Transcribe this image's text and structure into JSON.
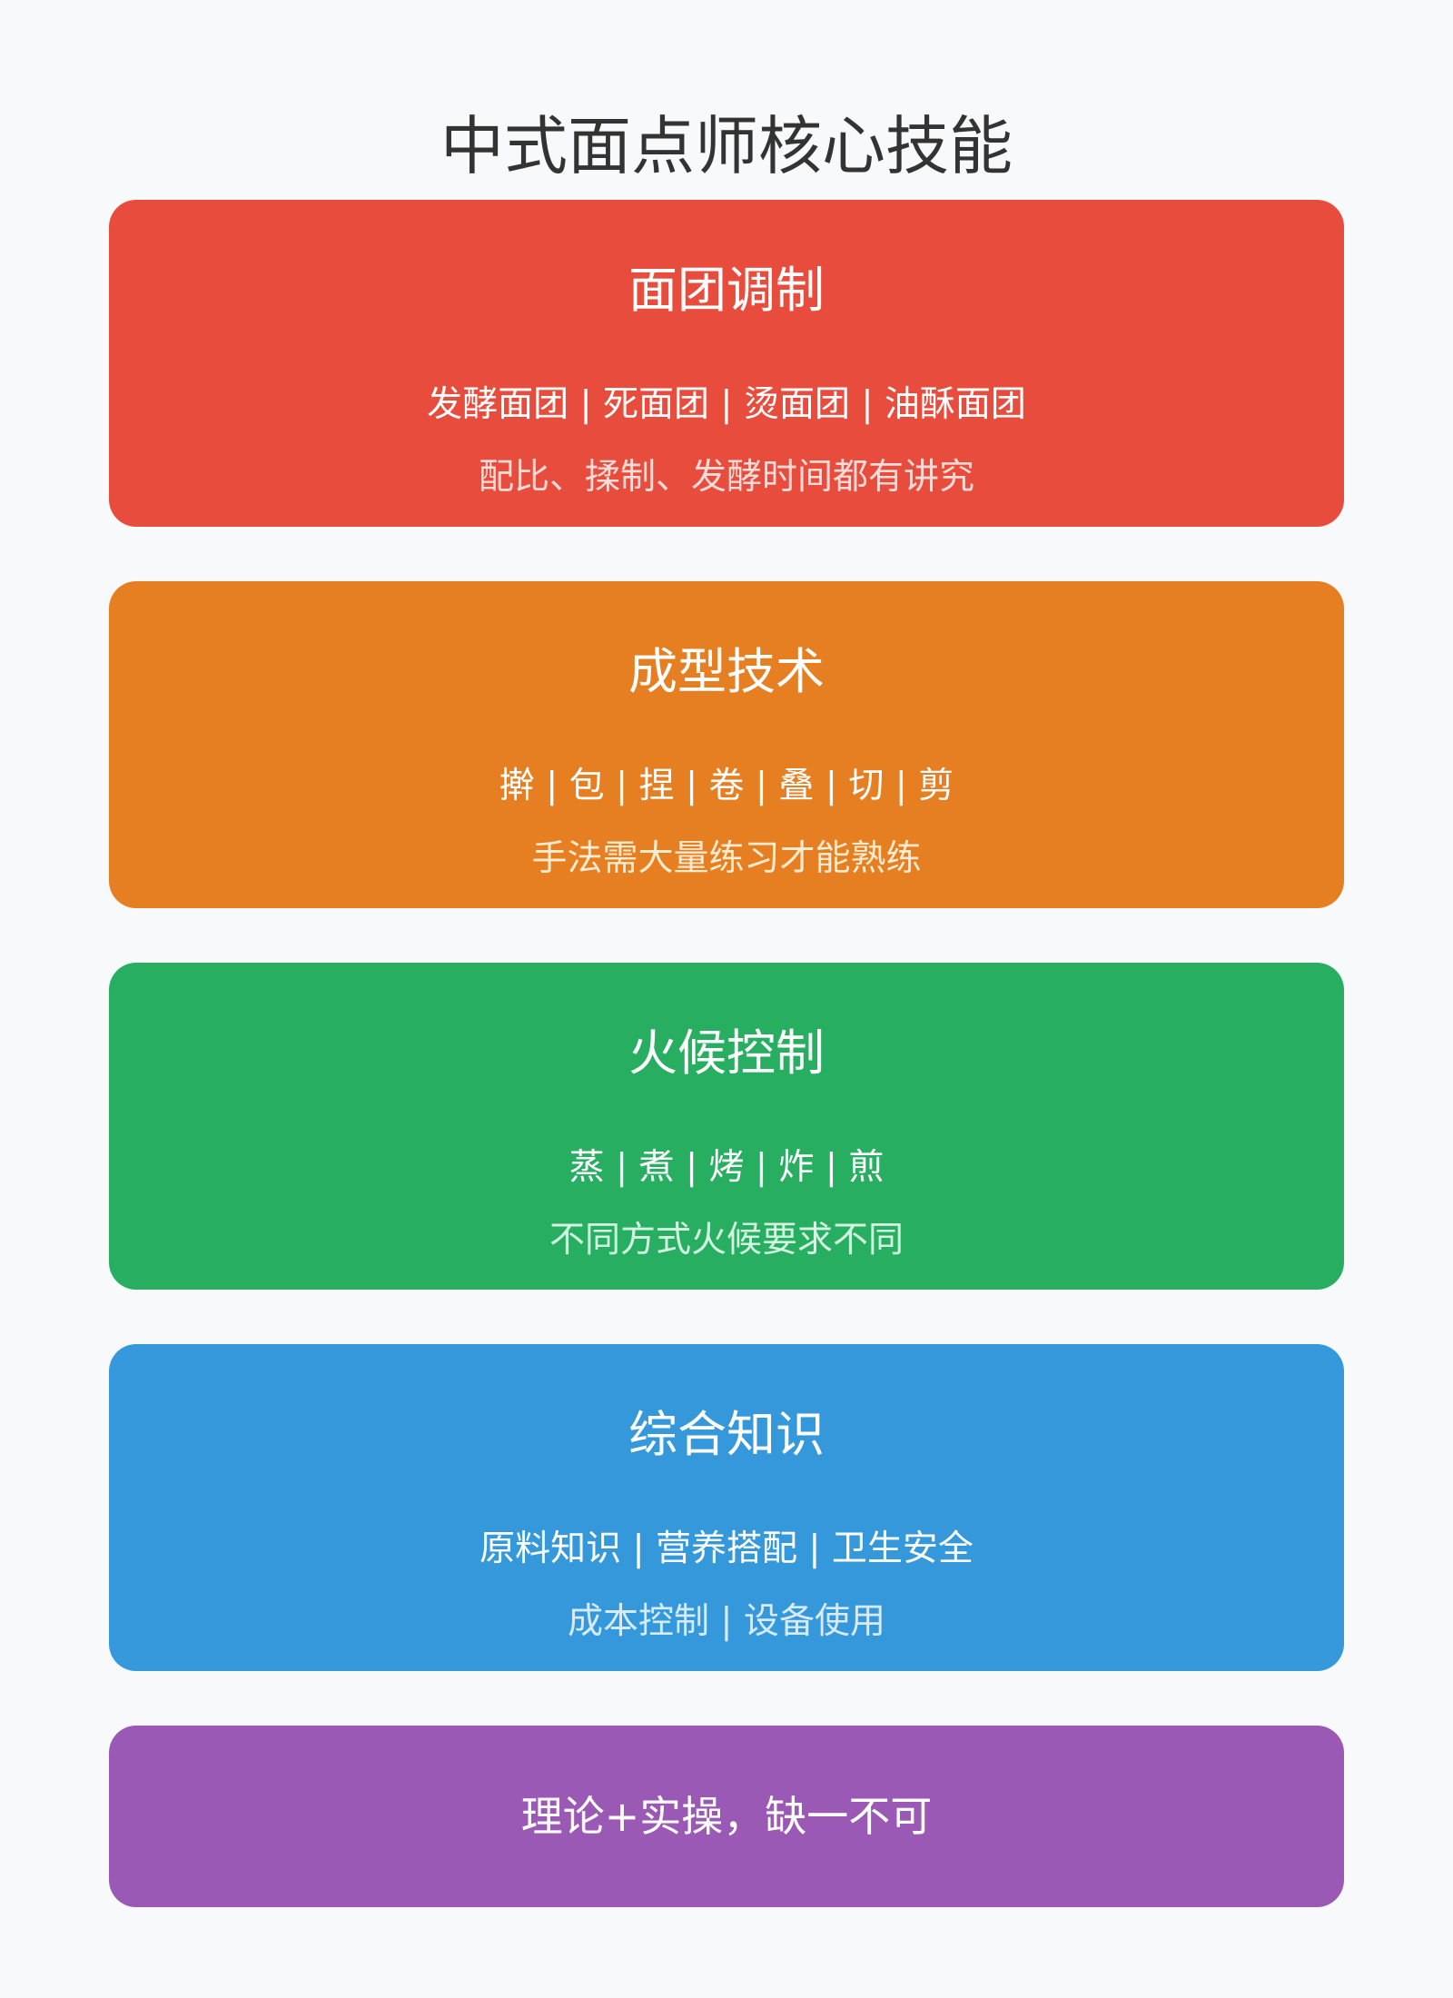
{
  "title": "中式面点师核心技能",
  "cards": [
    {
      "heading": "面团调制",
      "items": "发酵面团 | 死面团 | 烫面团 | 油酥面团",
      "note": "配比、揉制、发酵时间都有讲究",
      "bg_color": "#e74c3c",
      "note_color": "#fadbd8"
    },
    {
      "heading": "成型技术",
      "items": "擀 | 包 | 捏 | 卷 | 叠 | 切 | 剪",
      "note": "手法需大量练习才能熟练",
      "bg_color": "#e67e22",
      "note_color": "#fdebd0"
    },
    {
      "heading": "火候控制",
      "items": "蒸 | 煮 | 烤 | 炸 | 煎",
      "note": "不同方式火候要求不同",
      "bg_color": "#27ae60",
      "note_color": "#d5f5e3"
    },
    {
      "heading": "综合知识",
      "items": "原料知识 | 营养搭配 | 卫生安全",
      "note": "成本控制 | 设备使用",
      "bg_color": "#3498db",
      "note_color": "#d6eaf8"
    }
  ],
  "summary": {
    "text": "理论+实操，缺一不可",
    "bg_color": "#9b59b6"
  }
}
